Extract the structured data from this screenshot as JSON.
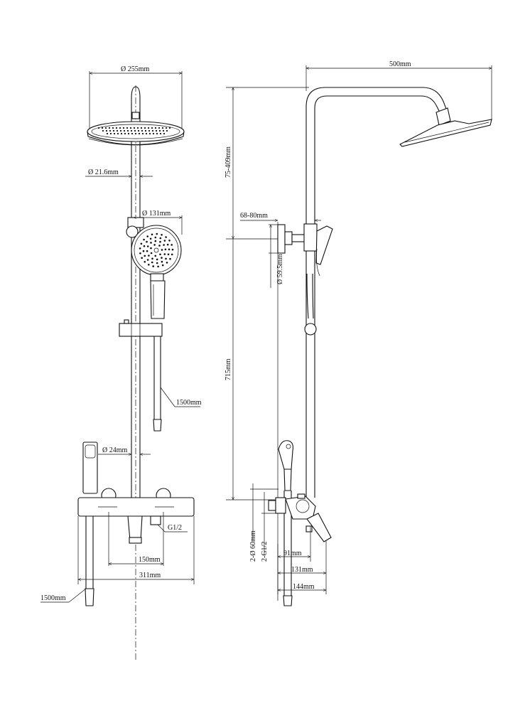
{
  "front_view": {
    "head_diameter": "Ø 255mm",
    "pipe_diameter": "Ø 21.6mm",
    "handshower_diameter": "Ø 131mm",
    "hose_length": "1500mm",
    "lower_pipe_diameter": "Ø 24mm",
    "outlet_thread": "G1/2",
    "inlet_spacing": "150mm",
    "mixer_width": "311mm",
    "bidet_hose_length": "1500mm"
  },
  "side_view": {
    "arm_reach": "500mm",
    "arm_height_range": "75-409mm",
    "bracket_depth": "68-80mm",
    "escutcheon_diameter": "Ø 59.5mm",
    "riser_height": "715mm",
    "inlet_escutcheon": "2-Ø 60mm",
    "inlet_thread": "2-G1/2",
    "depth_91": "91mm",
    "depth_131": "131mm",
    "depth_144": "144mm"
  }
}
